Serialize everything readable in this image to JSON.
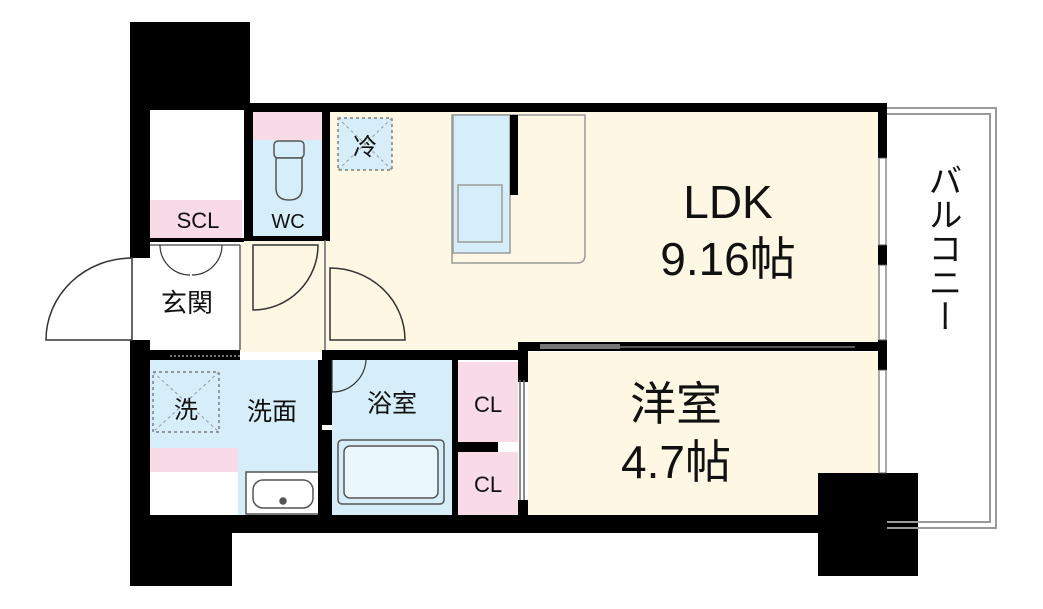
{
  "rooms": {
    "ldk": {
      "name": "LDK",
      "area": "9.16帖"
    },
    "western": {
      "name": "洋室",
      "area": "4.7帖"
    },
    "entrance": "玄関",
    "scl": "SCL",
    "wc": "WC",
    "washroom": "洗面",
    "bath": "浴室",
    "closet_upper": "CL",
    "closet_lower": "CL",
    "balcony": "バルコニー"
  },
  "fixtures": {
    "fridge": "冷",
    "washer": "洗"
  },
  "colors": {
    "wall": "#000000",
    "ldk_floor": "#fdf7e3",
    "wet_area": "#d6eef9",
    "storage": "#f8dbe6",
    "balcony_rail": "#9a9a9a"
  }
}
